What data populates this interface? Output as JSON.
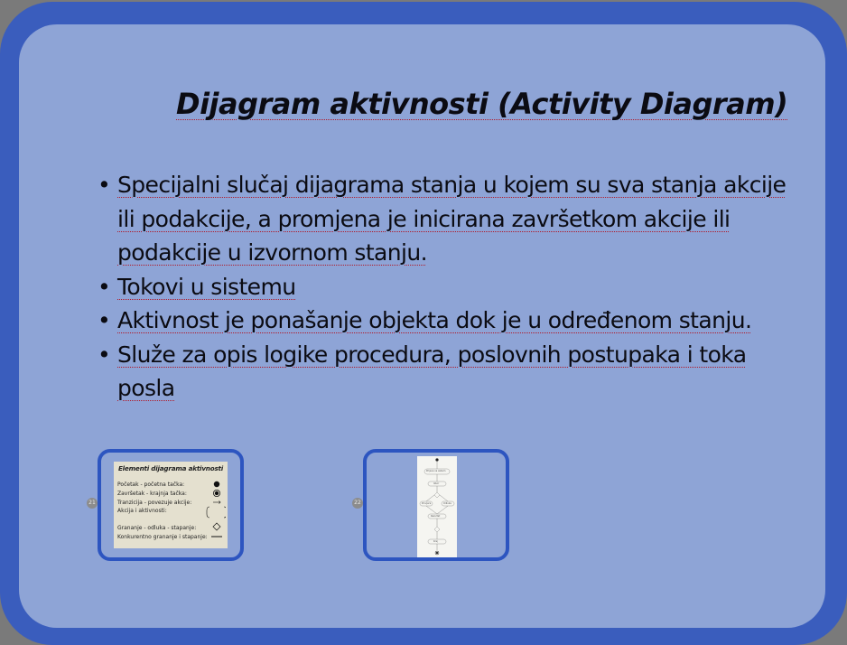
{
  "slide": {
    "title": "Dijagram aktivnosti (Activity Diagram)",
    "bullets": [
      {
        "lines": [
          "Specijalni slučaj dijagrama stanja u kojem su sva stanja akcije",
          "ili podakcije, a promjena je inicirana završetkom akcije ili",
          "podakcije u izvornom stanju."
        ]
      },
      {
        "lines": [
          "Tokovi u sistemu"
        ]
      },
      {
        "lines": [
          "Aktivnost je ponašanje objekta dok je u određenom stanju."
        ]
      },
      {
        "lines": [
          "Služe za opis logike procedura, poslovnih postupaka i toka",
          "posla"
        ]
      }
    ],
    "bullet_symbol": "•"
  },
  "thumbnails": [
    {
      "number": "21",
      "title": "Elementi dijagrama aktivnosti",
      "rows": [
        "Početak - početna tačka:",
        "Završetak - krajnja tačka:",
        "Tranzicija - povezuje akcije:",
        "Akcija i aktivnosti:",
        "Grananje - odluka - stapanje:",
        "Konkurentno grananje i stapanje:"
      ]
    },
    {
      "number": "22",
      "labels": [
        "Prijava na sistem",
        "Izbor",
        "Provjera",
        "Odluka",
        "Rezultat",
        "Kraj"
      ]
    }
  ],
  "colors": {
    "frame": "#3a5dbd",
    "slide_bg": "#8ea4d6",
    "text": "#0b0b12",
    "spellcheck_underline": "#b01a2a",
    "thumb_border": "#2d55c0",
    "outer_bg": "#7a7a7a"
  }
}
